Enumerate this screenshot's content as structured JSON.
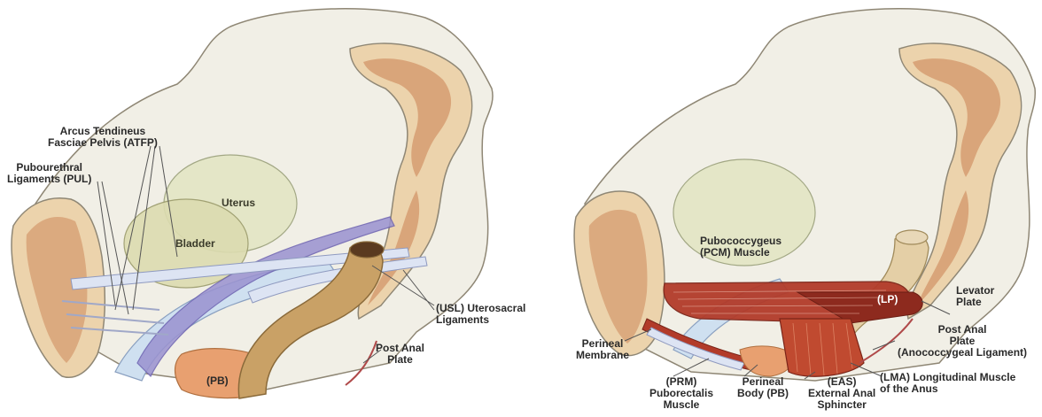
{
  "left_figure": {
    "labels": {
      "atfp": "Arcus Tendineus\nFasciae Pelvis (ATFP)",
      "pul": "Pubourethral\nLigaments (PUL)",
      "uterus": "Uterus",
      "bladder": "Bladder",
      "usl": "(USL) Uterosacral\nLigaments",
      "post_anal_plate": "Post Anal\nPlate",
      "pb": "(PB)"
    }
  },
  "right_figure": {
    "labels": {
      "pcm": "Pubococcygeus\n(PCM) Muscle",
      "lp": "(LP)",
      "levator_plate": "Levator\nPlate",
      "post_anal_plate": "Post Anal\nPlate\n(Anococcygeal Ligament)",
      "perineal_membrane": "Perineal\nMembrane",
      "prm": "(PRM)\nPuborectalis\nMuscle",
      "perineal_body": "Perineal\nBody (PB)",
      "eas": "(EAS)\nExternal Anal\nSphincter",
      "lma": "(LMA) Longitudinal Muscle\nof the Anus"
    }
  },
  "colors": {
    "bone": "#ecd3ac",
    "bone_marrow": "#d9a57a",
    "pelvis_fill": "#f1efe6",
    "outline": "#8f8775",
    "uterus_fill": "#e3e6c4",
    "bladder_fill": "#dcdcb0",
    "ligament_blue": "#b9c6e6",
    "ligament_purple": "#7d72c0",
    "rectum_tan": "#c9a166",
    "perineal_body": "#e8a070",
    "muscle_red": "#b23b2a",
    "muscle_dark": "#8d2a1e",
    "vagina_blue": "#cfe0f0"
  }
}
